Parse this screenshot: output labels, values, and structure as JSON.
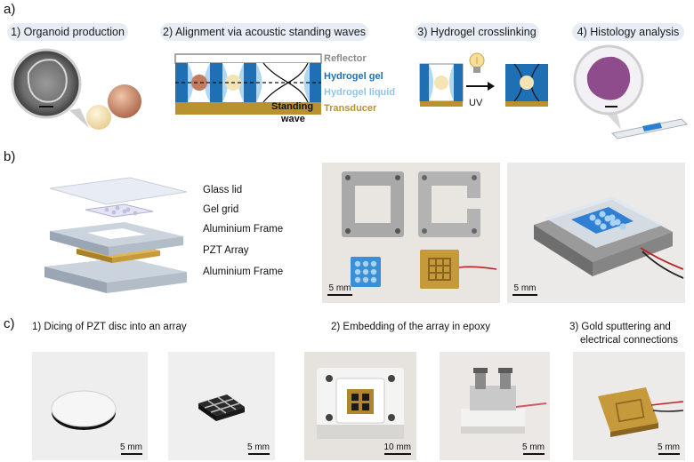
{
  "panels": {
    "a": {
      "letter": "a)",
      "steps": [
        {
          "label": "1) Organoid production"
        },
        {
          "label": "2) Alignment via acoustic standing waves"
        },
        {
          "label": "3) Hydrogel crosslinking"
        },
        {
          "label": "4) Histology analysis"
        }
      ],
      "legend": {
        "reflector": "Reflector",
        "gel": "Hydrogel gel",
        "liquid": "Hydrogel liquid",
        "transducer": "Transducer",
        "standing_wave_line1": "Standing",
        "standing_wave_line2": "wave"
      },
      "uv_label": "UV"
    },
    "b": {
      "letter": "b)",
      "parts": [
        "Glass lid",
        "Gel grid",
        "Aluminium Frame",
        "PZT Array",
        "Aluminium Frame"
      ],
      "scale_photo1": "5 mm",
      "scale_photo2": "5 mm"
    },
    "c": {
      "letter": "c)",
      "headings": [
        "1) Dicing of PZT disc into an array",
        "2) Embedding of the array in epoxy",
        "3) Gold sputtering and",
        "electrical connections"
      ],
      "scales": [
        "5 mm",
        "5 mm",
        "10 mm",
        "5 mm",
        "5 mm"
      ]
    }
  },
  "colors": {
    "pill_bg": "#e6edf5",
    "hydrogel_gel": "#1f6fb5",
    "hydrogel_liquid": "#8ec6e6",
    "transducer": "#b8922f",
    "reflector": "#8a8a8a",
    "gel_grid_blue": "#3a8fd6",
    "gold": "#c69a3b"
  },
  "icons": [
    "lightbulb-icon",
    "arrow-right-icon",
    "microscope-slide-icon"
  ]
}
